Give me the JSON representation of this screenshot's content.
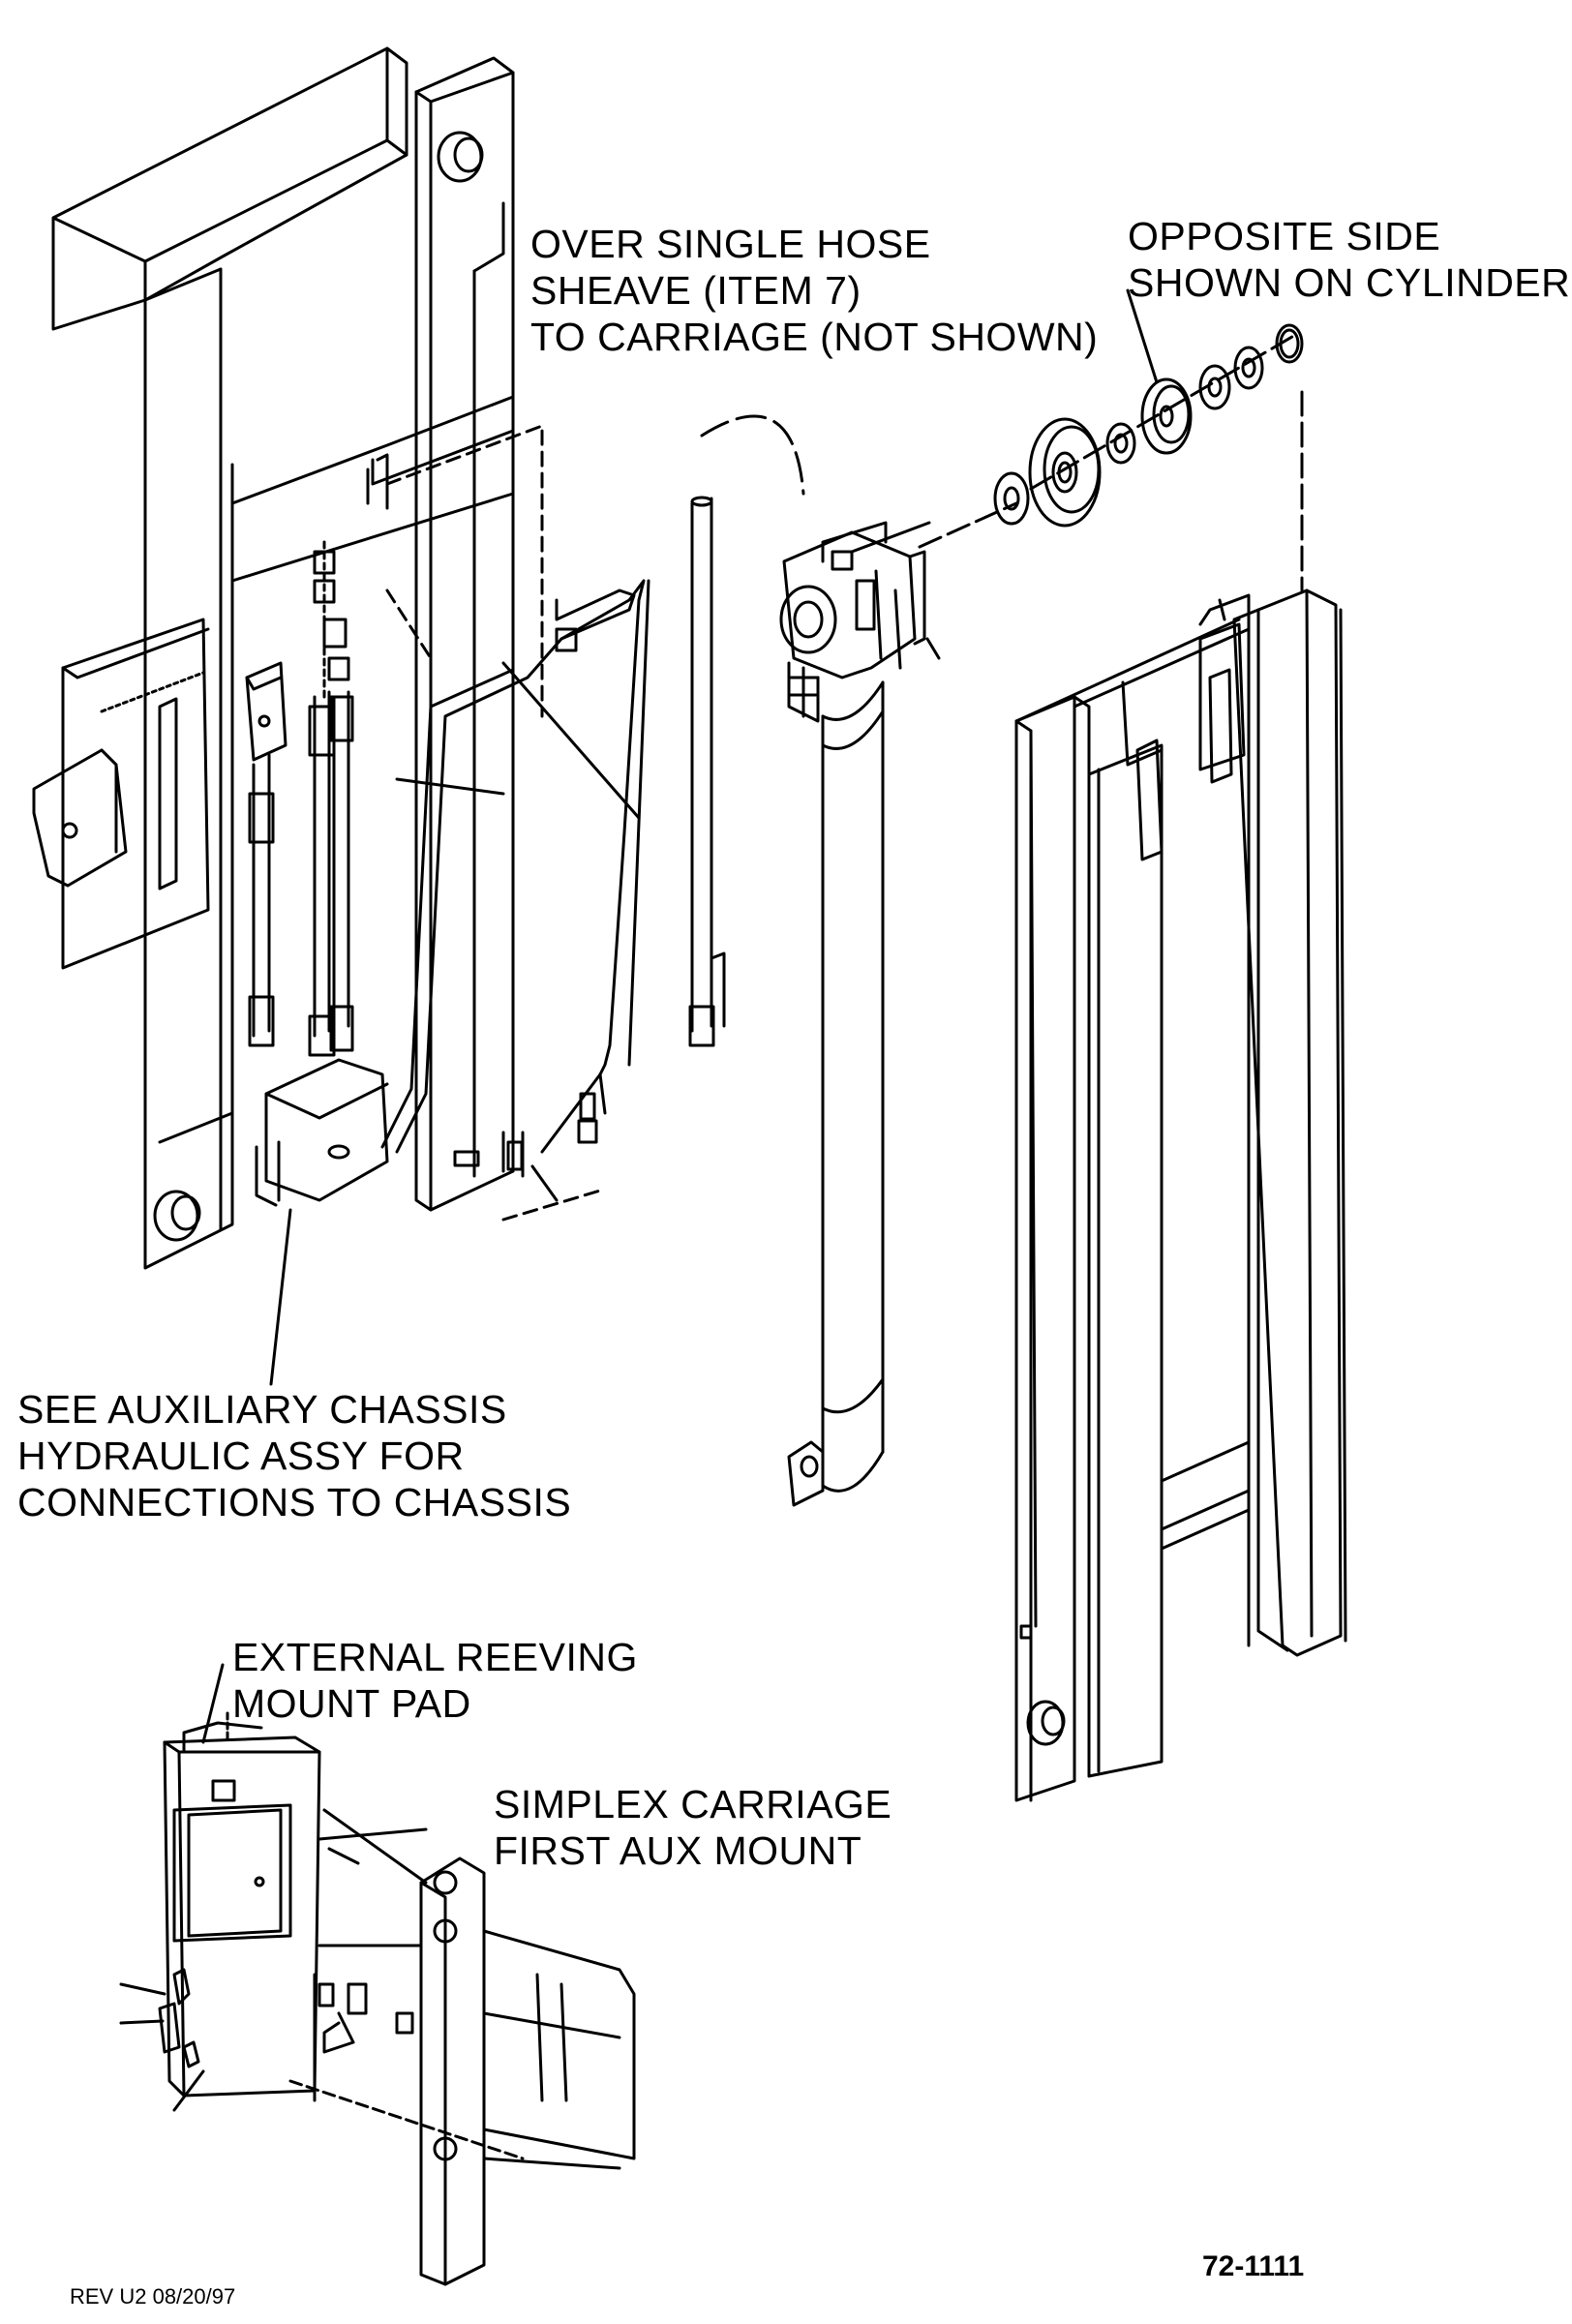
{
  "labels": {
    "hose_sheave": [
      "OVER SINGLE HOSE",
      "SHEAVE (ITEM 7)",
      "TO CARRIAGE (NOT SHOWN)"
    ],
    "opposite_side": [
      "OPPOSITE SIDE",
      "SHOWN ON CYLINDER"
    ],
    "aux_chassis": [
      "SEE AUXILIARY CHASSIS",
      "HYDRAULIC ASSY FOR",
      "CONNECTIONS TO CHASSIS"
    ],
    "reeving_pad": [
      "EXTERNAL REEVING",
      "MOUNT PAD"
    ],
    "simplex_carriage": [
      "SIMPLEX CARRIAGE",
      "FIRST AUX MOUNT"
    ]
  },
  "title_block": {
    "revision": "REV U2 08/20/97",
    "drawing_number": "72-1111"
  },
  "colors": {
    "line": "#000000",
    "background": "#ffffff"
  }
}
